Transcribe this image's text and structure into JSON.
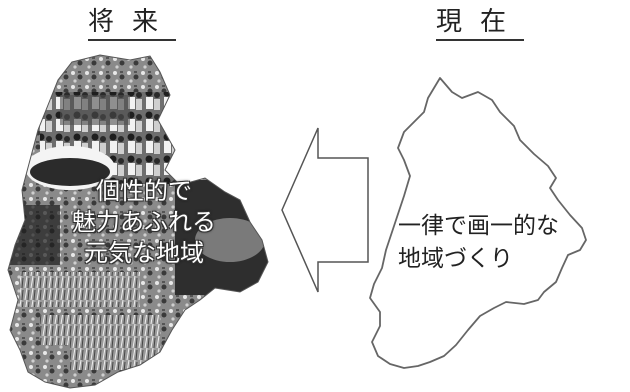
{
  "headings": {
    "future": "将来",
    "present": "現在"
  },
  "future_label": {
    "line1": "個性的で",
    "line2": "魅力あふれる",
    "line3": "元気な地域"
  },
  "present_label": {
    "line1": "一律で画一的な",
    "line2": "地域づくり"
  },
  "colors": {
    "outline": "#555555",
    "photo_dark": "#2a2a2a",
    "photo_light": "#bdbdbd"
  }
}
